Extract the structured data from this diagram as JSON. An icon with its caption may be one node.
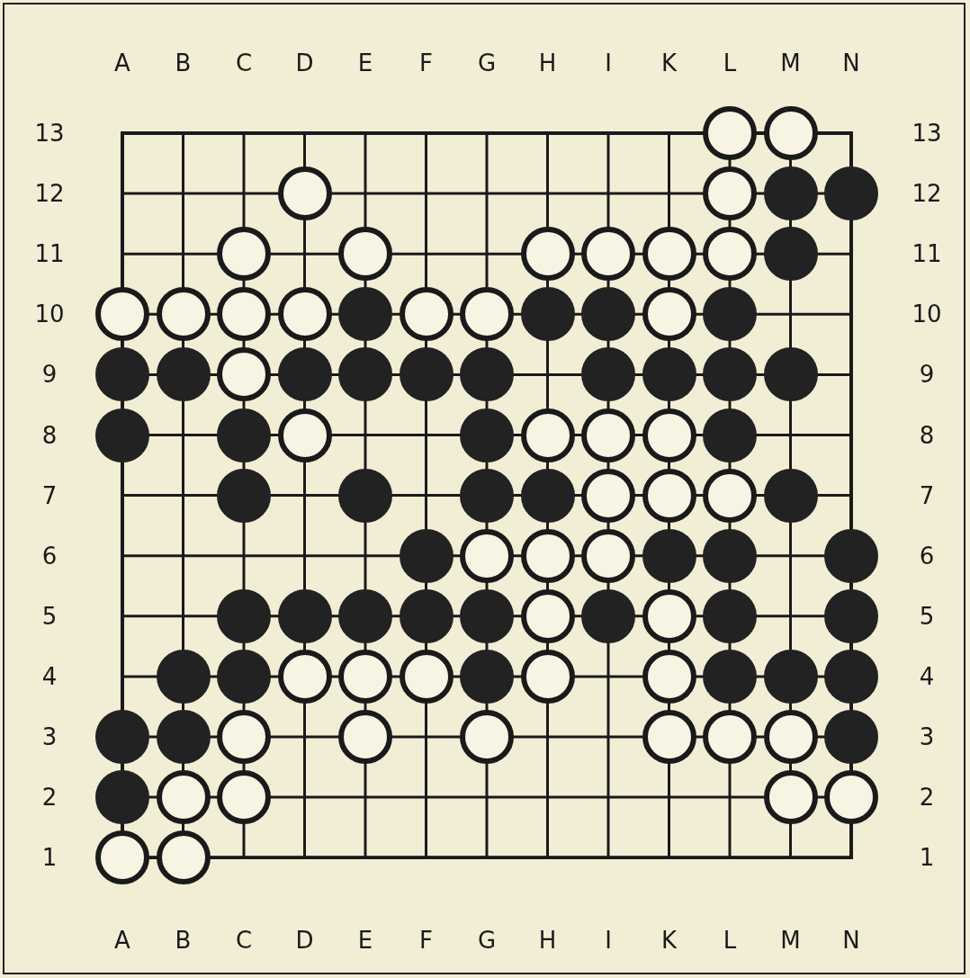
{
  "diagram": {
    "nodes": [
      {
        "text": [],
        "shape": "circle"
      },
      {
        "text": [],
        "shape": "circle"
      },
      {
        "text": [],
        "shape": "circle"
      },
      {
        "text": [],
        "shape": "circle"
      },
      {
        "text": [],
        "shape": "disc"
      },
      {
        "text": [],
        "shape": "disc"
      },
      {
        "text": [],
        "shape": "circle"
      },
      {
        "text": [],
        "shape": "circle"
      },
      {
        "text": [],
        "shape": "circle"
      },
      {
        "text": [],
        "shape": "circle"
      },
      {
        "text": [],
        "shape": "circle"
      },
      {
        "text": [],
        "shape": "circle"
      },
      {
        "text": [],
        "shape": "disc"
      },
      {
        "text": [],
        "shape": "circle"
      },
      {
        "text": [],
        "shape": "circle"
      },
      {
        "text": [],
        "shape": "circle"
      },
      {
        "text": [],
        "shape": "circle"
      },
      {
        "text": [],
        "shape": "disc"
      },
      {
        "text": [],
        "shape": "circle"
      },
      {
        "text": [],
        "shape": "circle"
      },
      {
        "text": [],
        "shape": "disc"
      },
      {
        "text": [],
        "shape": "disc"
      },
      {
        "text": [],
        "shape": "circle"
      },
      {
        "text": [],
        "shape": "disc"
      },
      {
        "text": [],
        "shape": "disc"
      },
      {
        "text": [],
        "shape": "disc"
      },
      {
        "text": [],
        "shape": "circle"
      },
      {
        "text": [],
        "shape": "disc"
      },
      {
        "text": [],
        "shape": "disc"
      },
      {
        "text": [],
        "shape": "disc"
      },
      {
        "text": [],
        "shape": "disc"
      },
      {
        "text": [],
        "shape": "disc"
      },
      {
        "text": [],
        "shape": "disc"
      },
      {
        "text": [],
        "shape": "disc"
      },
      {
        "text": [],
        "shape": "disc"
      },
      {
        "text": [],
        "shape": "disc"
      },
      {
        "text": [],
        "shape": "disc"
      },
      {
        "text": [],
        "shape": "circle"
      },
      {
        "text": [],
        "shape": "disc"
      },
      {
        "text": [],
        "shape": "circle"
      },
      {
        "text": [],
        "shape": "circle"
      },
      {
        "text": [],
        "shape": "circle"
      },
      {
        "text": [],
        "shape": "disc"
      },
      {
        "text": [],
        "shape": "disc"
      },
      {
        "text": [],
        "shape": "disc"
      },
      {
        "text": [],
        "shape": "disc"
      },
      {
        "text": [],
        "shape": "disc"
      },
      {
        "text": [],
        "shape": "circle"
      },
      {
        "text": [],
        "shape": "circle"
      },
      {
        "text": [],
        "shape": "circle"
      },
      {
        "text": [],
        "shape": "disc"
      },
      {
        "text": [],
        "shape": "disc"
      },
      {
        "text": [],
        "shape": "circle"
      },
      {
        "text": [],
        "shape": "circle"
      },
      {
        "text": [],
        "shape": "circle"
      },
      {
        "text": [],
        "shape": "disc"
      },
      {
        "text": [],
        "shape": "disc"
      },
      {
        "text": [],
        "shape": "disc"
      },
      {
        "text": [],
        "shape": "disc"
      },
      {
        "text": [],
        "shape": "disc"
      },
      {
        "text": [],
        "shape": "disc"
      },
      {
        "text": [],
        "shape": "disc"
      },
      {
        "text": [],
        "shape": "disc"
      },
      {
        "text": [],
        "shape": "circle"
      },
      {
        "text": [],
        "shape": "disc"
      },
      {
        "text": [],
        "shape": "circle"
      },
      {
        "text": [],
        "shape": "disc"
      },
      {
        "text": [],
        "shape": "disc"
      },
      {
        "text": [],
        "shape": "disc"
      },
      {
        "text": [],
        "shape": "disc"
      },
      {
        "text": [],
        "shape": "circle"
      },
      {
        "text": [],
        "shape": "circle"
      },
      {
        "text": [],
        "shape": "circle"
      },
      {
        "text": [],
        "shape": "disc"
      },
      {
        "text": [],
        "shape": "circle"
      },
      {
        "text": [],
        "shape": "circle"
      },
      {
        "text": [],
        "shape": "disc"
      },
      {
        "text": [],
        "shape": "disc"
      },
      {
        "text": [],
        "shape": "disc"
      },
      {
        "text": [],
        "shape": "disc"
      },
      {
        "text": [],
        "shape": "disc"
      },
      {
        "text": [],
        "shape": "circle"
      },
      {
        "text": [],
        "shape": "circle"
      },
      {
        "text": [],
        "shape": "circle"
      },
      {
        "text": [],
        "shape": "circle"
      },
      {
        "text": [],
        "shape": "circle"
      },
      {
        "text": [],
        "shape": "circle"
      },
      {
        "text": [],
        "shape": "disc"
      },
      {
        "text": [],
        "shape": "disc"
      },
      {
        "text": [],
        "shape": "circle"
      },
      {
        "text": [],
        "shape": "circle"
      },
      {
        "text": [],
        "shape": "circle"
      },
      {
        "text": [],
        "shape": "circle"
      },
      {
        "text": [],
        "shape": "circle"
      },
      {
        "text": [],
        "shape": "circle"
      }
    ],
    "labels": [
      "A",
      "B",
      "C",
      "D",
      "E",
      "F",
      "G",
      "H",
      "I",
      "K",
      "L",
      "M",
      "N",
      "13",
      "13",
      "12",
      "12",
      "11",
      "11",
      "10",
      "10",
      "9",
      "9",
      "8",
      "8",
      "7",
      "7",
      "6",
      "6",
      "5",
      "5",
      "4",
      "4",
      "3",
      "3",
      "2",
      "2",
      "1",
      "1",
      "A",
      "B",
      "C",
      "D",
      "E",
      "F",
      "G",
      "H",
      "I",
      "K",
      "L",
      "M",
      "N"
    ]
  }
}
